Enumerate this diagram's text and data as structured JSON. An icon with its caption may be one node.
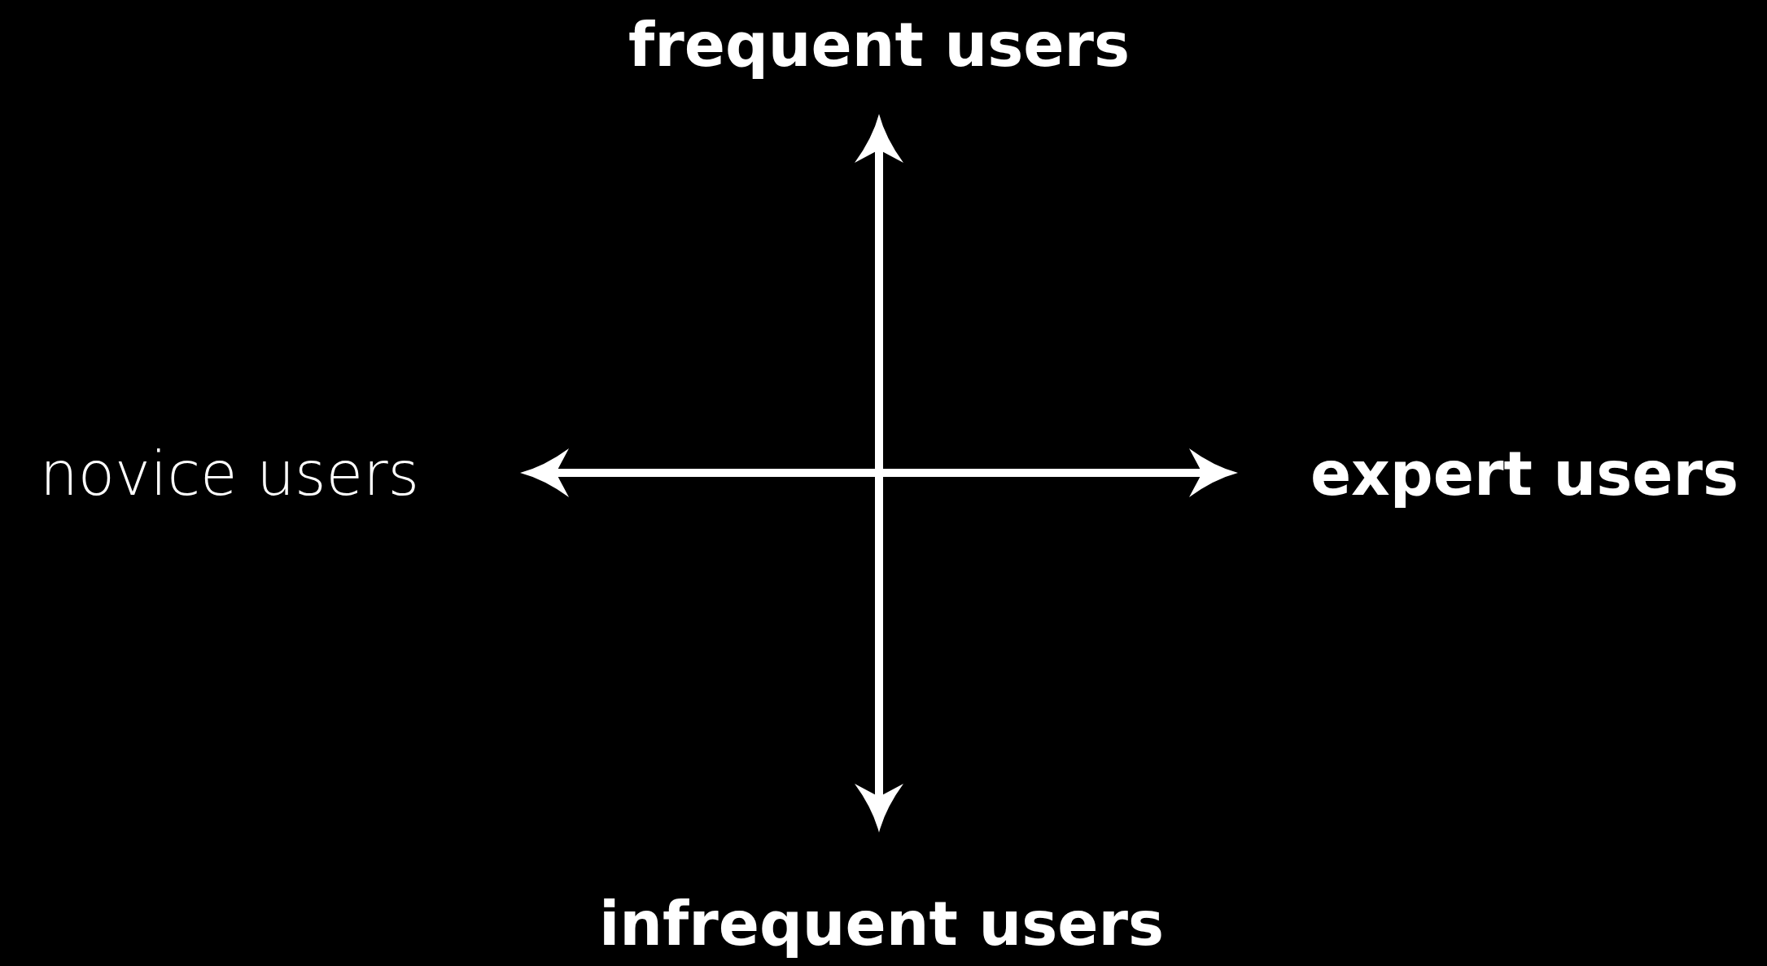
{
  "diagram": {
    "labels": [
      "frequent users",
      "novice users",
      "expert users",
      "infrequent users"
    ]
  }
}
